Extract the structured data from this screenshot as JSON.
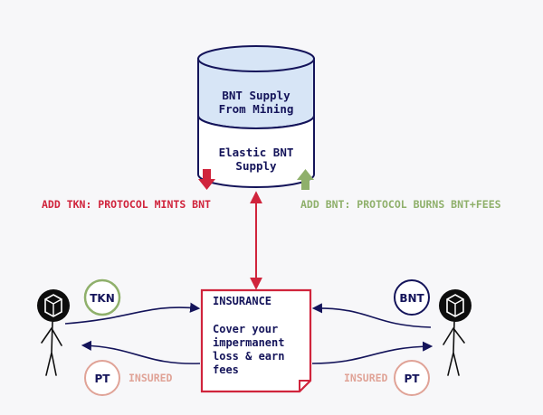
{
  "colors": {
    "navy": "#14145a",
    "red": "#d0243c",
    "green": "#8fb06b",
    "pink": "#e0a397",
    "cylinder_top": "#d7e5f6",
    "black": "#111111"
  },
  "supply": {
    "mining_line1": "BNT Supply",
    "mining_line2": "From Mining",
    "elastic_line1": "Elastic BNT",
    "elastic_line2": "Supply"
  },
  "labels": {
    "add_tkn": "ADD TKN: PROTOCOL MINTS BNT",
    "add_bnt": "ADD BNT: PROTOCOL BURNS BNT+FEES"
  },
  "insurance": {
    "title": "INSURANCE",
    "line1": "Cover your",
    "line2": "impermanent",
    "line3": "loss & earn",
    "line4": "fees"
  },
  "tokens": {
    "tkn": "TKN",
    "bnt": "BNT",
    "pt_left": "PT",
    "pt_right": "PT",
    "insured_left": "INSURED",
    "insured_right": "INSURED"
  },
  "icons": {
    "left_user": "stick-figure-bancor-head-icon",
    "right_user": "stick-figure-bancor-head-icon",
    "mint_arrow": "arrow-down-icon",
    "burn_arrow": "arrow-up-icon"
  }
}
